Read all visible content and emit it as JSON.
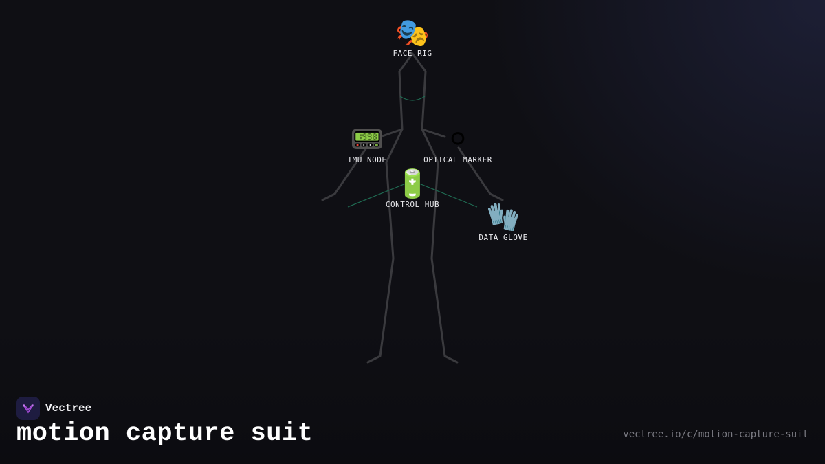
{
  "brand": {
    "name": "Vectree",
    "logo_icon": "vectree-logo-icon"
  },
  "title": "motion capture suit",
  "url": "vectree.io/c/motion-capture-suit",
  "colors": {
    "background": "#0f0f14",
    "figure_stroke": "#3a3a3e",
    "connector": "#1f6b52",
    "logo_bg": "#1e1c40",
    "logo_accent": "#a54bd8"
  },
  "parts": [
    {
      "id": "face-rig",
      "emoji": "🎭",
      "label": "FACE RIG"
    },
    {
      "id": "imu-node",
      "emoji": "📟",
      "label": "IMU NODE"
    },
    {
      "id": "optical-marker",
      "emoji": "⚪",
      "label": "OPTICAL MARKER"
    },
    {
      "id": "control-hub",
      "emoji": "🔋",
      "label": "CONTROL HUB"
    },
    {
      "id": "data-glove",
      "emoji": "🧤",
      "label": "DATA GLOVE"
    }
  ]
}
